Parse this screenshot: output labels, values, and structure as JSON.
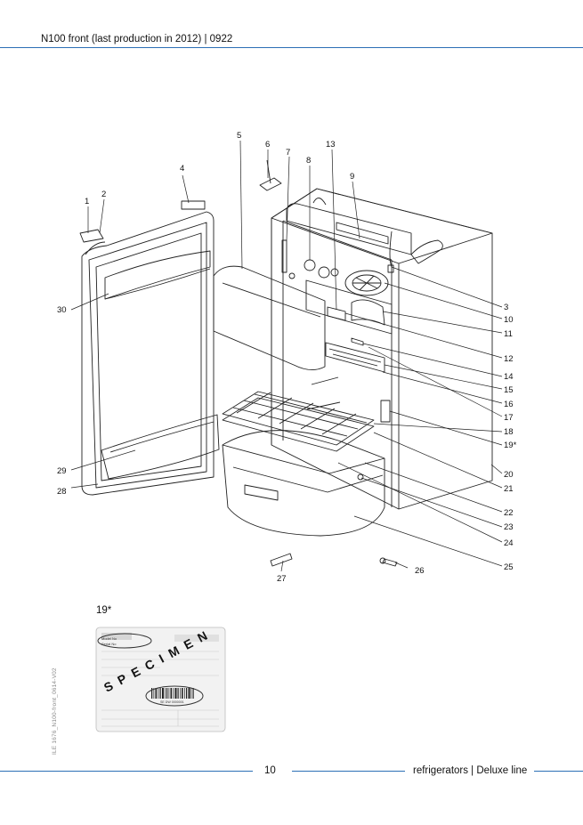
{
  "header": {
    "title": "N100 front (last production in 2012) | 0922"
  },
  "callouts": {
    "c1": "1",
    "c2": "2",
    "c3": "3",
    "c4": "4",
    "c5": "5",
    "c6": "6",
    "c7": "7",
    "c8": "8",
    "c9": "9",
    "c10": "10",
    "c11": "11",
    "c12": "12",
    "c13": "13",
    "c14": "14",
    "c15": "15",
    "c16": "16",
    "c17": "17",
    "c18": "18",
    "c19": "19*",
    "c20": "20",
    "c21": "21",
    "c22": "22",
    "c23": "23",
    "c24": "24",
    "c25": "25",
    "c26": "26",
    "c27": "27",
    "c28": "28",
    "c29": "29",
    "c30": "30"
  },
  "specimen": {
    "label": "19*",
    "model_line": "Model No",
    "serial_line": "Serial No",
    "watermark": "SPECIMEN",
    "barcode_text": "SE DW 0000001"
  },
  "side_code": "ILE 1676_N100-front_0614-V02",
  "footer": {
    "page_number": "10",
    "text": "refrigerators | Deluxe line"
  },
  "colors": {
    "accent_rule": "#2c6fb5"
  }
}
